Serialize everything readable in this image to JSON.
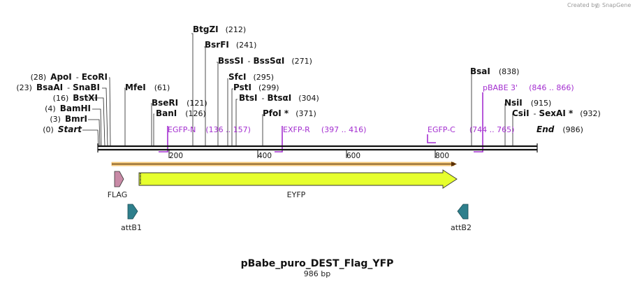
{
  "credit": {
    "prefix": "Created by",
    "brand": "SnapGene"
  },
  "title": "pBabe_puro_DEST_Flag_YFP",
  "subtitle": "986 bp",
  "sites": {
    "btgzi": {
      "name": "BtgZI",
      "pos": "(212)"
    },
    "bsrfi": {
      "name": "BsrFI",
      "pos": "(241)"
    },
    "bsssi": {
      "name": "BssSI",
      "dash": "-",
      "name2": "BssSαI",
      "pos": "(271)"
    },
    "sfci": {
      "name": "SfcI",
      "pos": "(295)"
    },
    "psti": {
      "name": "PstI",
      "pos": "(299)"
    },
    "btsi": {
      "name": "BtsI",
      "dash": "-",
      "name2": "BtsαI",
      "pos": "(304)"
    },
    "pfoi": {
      "name": "PfoI *",
      "pos": "(371)"
    },
    "apoi": {
      "pos": "(28)",
      "name": "ApoI",
      "dash": "-",
      "name2": "EcoRI"
    },
    "bsaai": {
      "pos": "(23)",
      "name": "BsaAI",
      "dash": "-",
      "name2": "SnaBI"
    },
    "bstxi": {
      "pos": "(16)",
      "name": "BstXI"
    },
    "bamhi": {
      "pos": "(4)",
      "name": "BamHI"
    },
    "bmri": {
      "pos": "(3)",
      "name": "BmrI"
    },
    "start": {
      "pos": "(0)",
      "name": "Start"
    },
    "mfei": {
      "name": "MfeI",
      "pos": "(61)"
    },
    "bseri": {
      "name": "BseRI",
      "pos": "(121)"
    },
    "bani": {
      "name": "BanI",
      "pos": "(126)"
    },
    "bsai": {
      "name": "BsaI",
      "pos": "(838)"
    },
    "nsii": {
      "name": "NsiI",
      "pos": "(915)"
    },
    "csii": {
      "name": "CsiI",
      "dash": "-",
      "name2": "SexAI *",
      "pos": "(932)"
    },
    "end": {
      "name": "End",
      "pos": "(986)"
    }
  },
  "primers": {
    "egfp_n": {
      "name": "EGFP-N",
      "range": "(136 .. 157)"
    },
    "exfp_r": {
      "name": "EXFP-R",
      "range": "(397 .. 416)"
    },
    "egfp_c": {
      "name": "EGFP-C",
      "range": "(744 .. 765)"
    },
    "pbabe3": {
      "name": "pBABE 3'",
      "range": "(846 .. 866)"
    }
  },
  "ticks": [
    "200",
    "400",
    "600",
    "800"
  ],
  "features": {
    "flag": "FLAG",
    "eyfp": "EYFP",
    "attb1": "attB1",
    "attb2": "attB2"
  },
  "colors": {
    "primer": "#a42fd0",
    "eyfp_fill": "#e6ff2e",
    "flag_fill": "#c88aa6",
    "att_fill": "#2e7f8c",
    "orf_line": "#e8a23c"
  }
}
